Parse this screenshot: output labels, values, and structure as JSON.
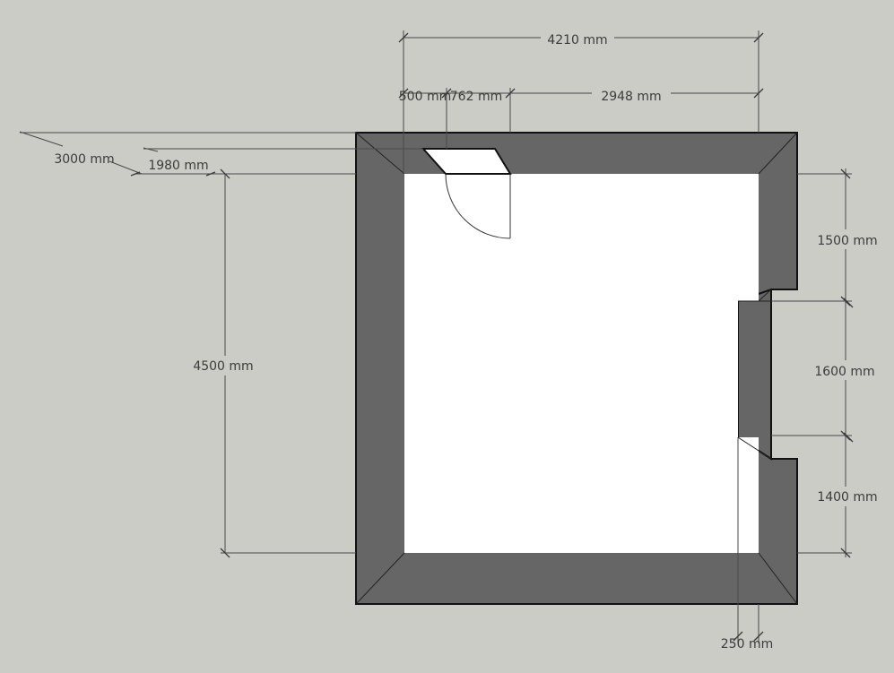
{
  "colors": {
    "background": "#cbccc6",
    "wall": "#666666",
    "floor": "#ffffff",
    "dimension": "#4a4a4a"
  },
  "dimensions": {
    "top_overall": "4210 mm",
    "top_door_offset": "500 mm",
    "top_door_width": "762 mm",
    "top_remaining": "2948 mm",
    "left_angled_outer": "3000 mm",
    "left_angled_inner": "1980 mm",
    "left_height": "4500 mm",
    "right_upper": "1500 mm",
    "right_middle": "1600 mm",
    "right_lower": "1400 mm",
    "bottom_wall": "250 mm"
  }
}
